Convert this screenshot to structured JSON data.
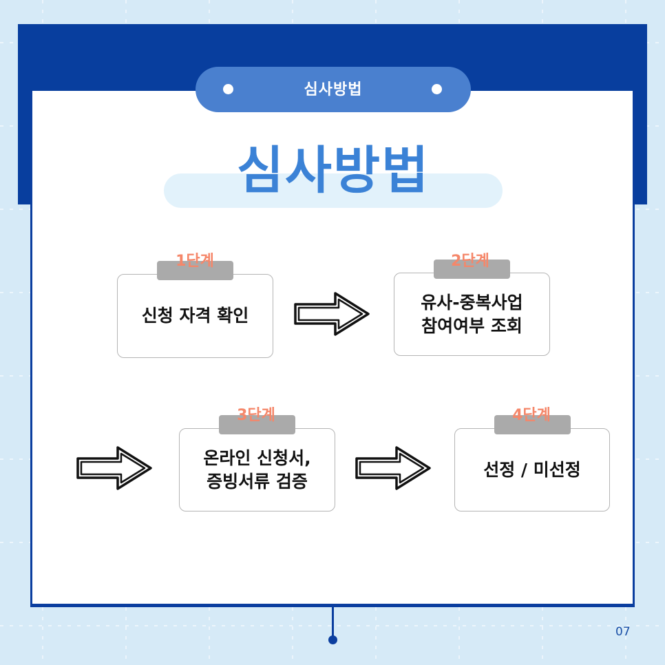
{
  "header": {
    "pill_label": "심사방법",
    "main_title": "심사방법"
  },
  "steps": [
    {
      "label": "1단계",
      "text": "신청 자격 확인"
    },
    {
      "label": "2단계",
      "text": "유사-중복사업\n참여여부 조회"
    },
    {
      "label": "3단계",
      "text": "온라인 신청서,\n   증빙서류 검증"
    },
    {
      "label": "4단계",
      "text": "선정 / 미선정"
    }
  ],
  "footer": {
    "page_number": "07"
  },
  "colors": {
    "background": "#d6eaf7",
    "navy": "#083e9e",
    "pill": "#4a80cf",
    "title": "#3b82d6",
    "step_label": "#f5876a",
    "tab": "#aaaaaa"
  },
  "icons": [
    "pill-dot-icon",
    "outline-arrow-right-icon"
  ]
}
